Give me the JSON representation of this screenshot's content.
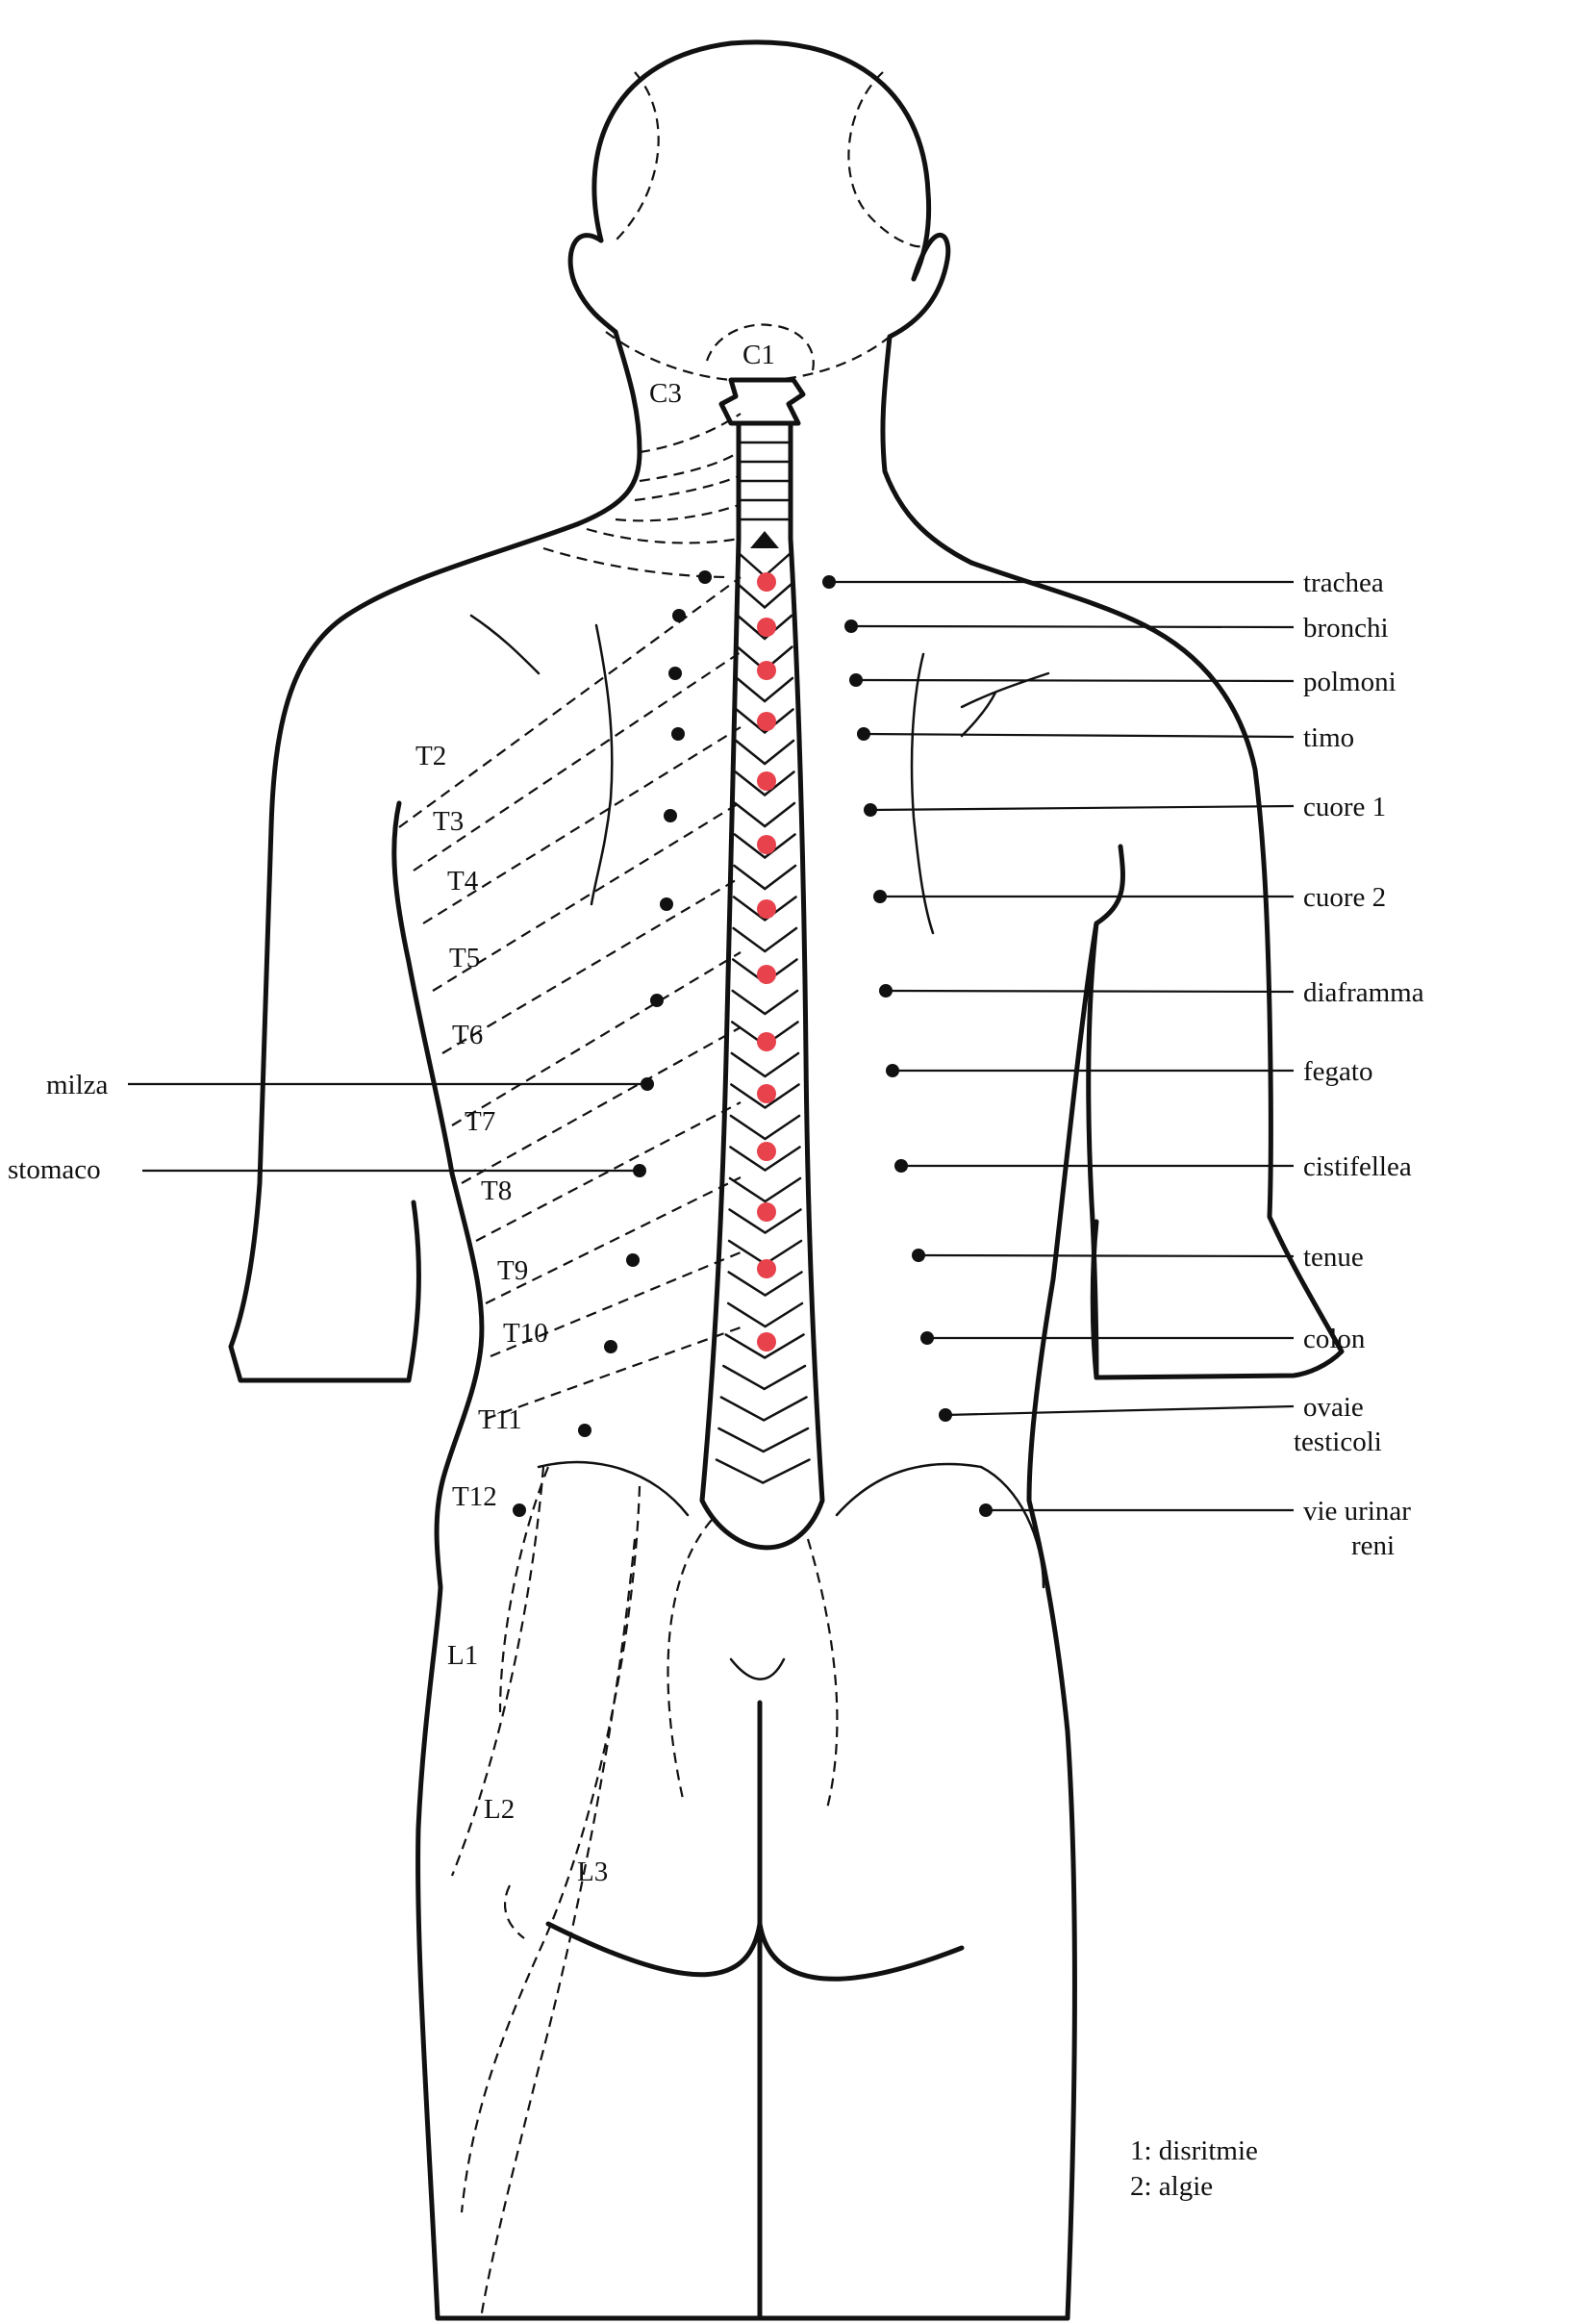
{
  "segments": {
    "cervical": [
      "C1",
      "C3"
    ],
    "thoracic": [
      "T2",
      "T3",
      "T4",
      "T5",
      "T6",
      "T7",
      "T8",
      "T9",
      "T10",
      "T11",
      "T12"
    ],
    "lumbar": [
      "L1",
      "L2",
      "L3"
    ]
  },
  "organs_right": [
    {
      "label": "trachea"
    },
    {
      "label": "bronchi"
    },
    {
      "label": "polmoni"
    },
    {
      "label": "timo"
    },
    {
      "label": "cuore 1"
    },
    {
      "label": "cuore 2"
    },
    {
      "label": "diaframma"
    },
    {
      "label": "fegato"
    },
    {
      "label": "cistifellea"
    },
    {
      "label": "tenue"
    },
    {
      "label": "colon"
    },
    {
      "label": "ovaie",
      "label2": "testicoli"
    },
    {
      "label": "vie urinar",
      "label2": "reni"
    }
  ],
  "organs_left": [
    {
      "label": "milza"
    },
    {
      "label": "stomaco"
    }
  ],
  "legend": {
    "line1": "1: disritmie",
    "line2": "2: algie"
  },
  "colors": {
    "outline": "#111111",
    "spinal_point": "#e8424c",
    "background": "#ffffff"
  }
}
